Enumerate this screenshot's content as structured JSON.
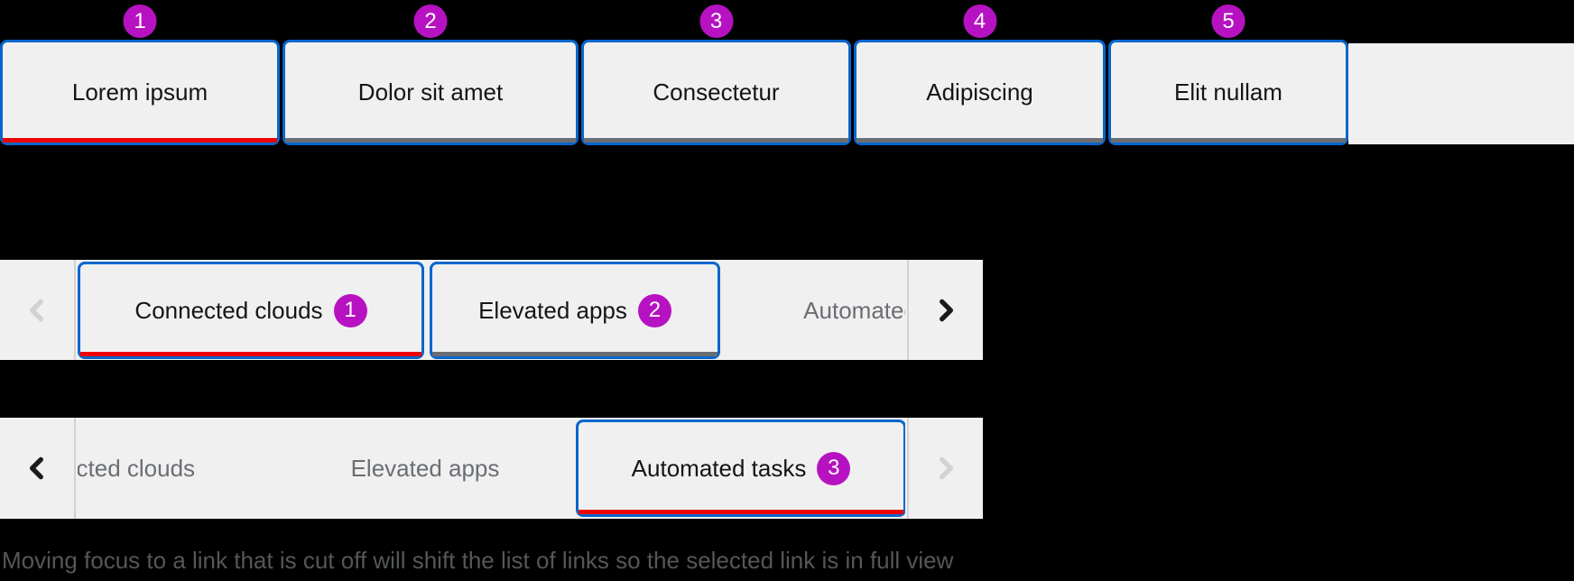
{
  "colors": {
    "focus_border_blue": "#0666cc",
    "selected_underline_red": "#ee0000",
    "unselected_underline_gray": "#6a6e73",
    "annotation_badge_magenta": "#b712c2",
    "tab_background": "#f0f0f0",
    "tab_text_dark": "#151515",
    "tab_text_gray": "#6a6e73",
    "background": "#000000"
  },
  "annotated_tab_list": {
    "tabs": [
      {
        "label": "Lorem ipsum",
        "badge": "1",
        "selected": true
      },
      {
        "label": "Dolor sit amet",
        "badge": "2",
        "selected": false
      },
      {
        "label": "Consectetur",
        "badge": "3",
        "selected": false
      },
      {
        "label": "Adipiscing",
        "badge": "4",
        "selected": false
      },
      {
        "label": "Elit nullam",
        "badge": "5",
        "selected": false
      }
    ]
  },
  "overflow_strip_start": {
    "left_scroll": {
      "icon": "chevron-left",
      "disabled": true
    },
    "right_scroll": {
      "icon": "chevron-right",
      "disabled": false
    },
    "tabs": [
      {
        "label": "Connected clouds",
        "badge": "1",
        "selected": true,
        "focused": true
      },
      {
        "label": "Elevated apps",
        "badge": "2",
        "selected": false,
        "focused": true
      },
      {
        "label": "Automated tasks",
        "selected": false,
        "focused": false,
        "cut_off": true
      }
    ]
  },
  "overflow_strip_end": {
    "left_scroll": {
      "icon": "chevron-left",
      "disabled": false
    },
    "right_scroll": {
      "icon": "chevron-right",
      "disabled": true
    },
    "tabs": [
      {
        "label": "Connected clouds",
        "selected": false,
        "focused": false,
        "cut_off": true
      },
      {
        "label": "Elevated apps",
        "selected": false,
        "focused": false
      },
      {
        "label": "Automated tasks",
        "badge": "3",
        "selected": true,
        "focused": true
      }
    ]
  },
  "caption": "Moving focus to a link that is cut off will shift the list of links so the selected link is in full view"
}
